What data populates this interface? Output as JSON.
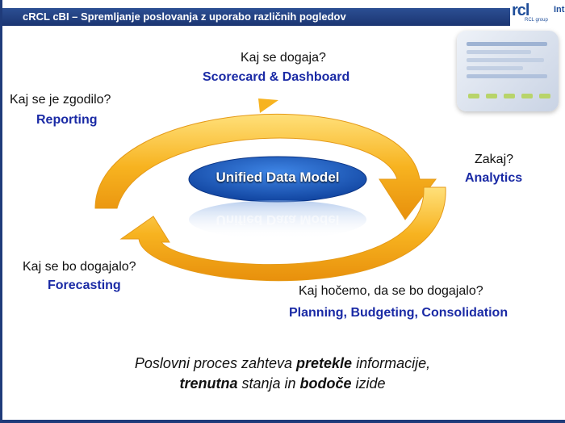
{
  "header": {
    "title": "cRCL cBI – Spremljanje poslovanja z uporabo različnih pogledov"
  },
  "logo": {
    "mark": "rcl",
    "suffix": "Int",
    "sub": "RCL group"
  },
  "cycle": {
    "center": "Unified Data Model",
    "stages": [
      {
        "question": "Kaj se dogaja?",
        "label": "Scorecard & Dashboard"
      },
      {
        "question": "Zakaj?",
        "label": "Analytics"
      },
      {
        "question": "Kaj hočemo, da se bo dogajalo?",
        "label": "Planning, Budgeting, Consolidation"
      },
      {
        "question": "Kaj se bo dogajalo?",
        "label": "Forecasting"
      },
      {
        "question": "Kaj se je zgodilo?",
        "label": "Reporting"
      }
    ]
  },
  "footer": {
    "line1_a": "Poslovni proces zahteva ",
    "line1_b": "pretekle",
    "line1_c": " informacije,",
    "line2_a": "trenutna",
    "line2_b": " stanja in ",
    "line2_c": "bodoče",
    "line2_d": " izide"
  },
  "colors": {
    "header_bg": "#1f3b7a",
    "label_blue": "#1a2aa5",
    "arrow_orange": "#f2a51c",
    "center_ellipse": "#1f5fc4"
  }
}
